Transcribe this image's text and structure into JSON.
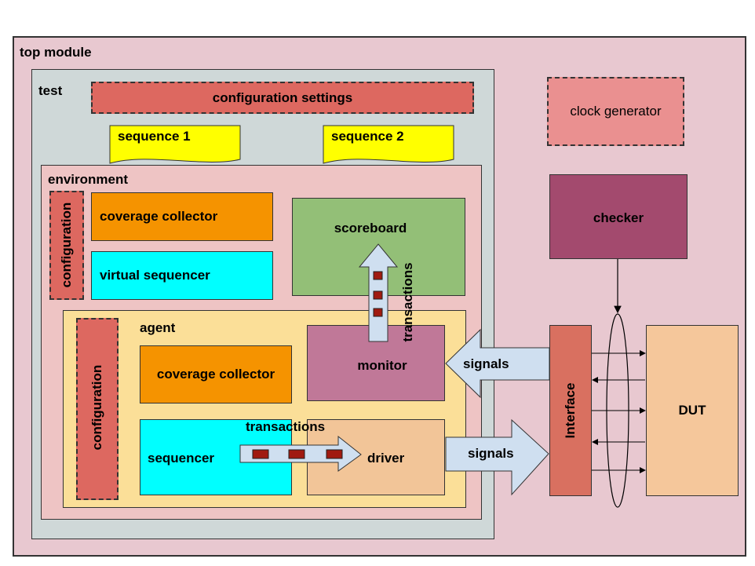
{
  "top_module": {
    "label": "top module"
  },
  "test": {
    "label": "test",
    "configuration_settings": "configuration settings",
    "sequence1": "sequence 1",
    "sequence2": "sequence 2"
  },
  "environment": {
    "label": "environment",
    "configuration": "configuration",
    "coverage_collector": "coverage collector",
    "virtual_sequencer": "virtual sequencer",
    "scoreboard": "scoreboard"
  },
  "agent": {
    "label": "agent",
    "configuration": "configuration",
    "coverage_collector": "coverage collector",
    "sequencer": "sequencer",
    "monitor": "monitor",
    "driver": "driver"
  },
  "clock_generator": "clock generator",
  "checker": "checker",
  "interface": "Interface",
  "dut": "DUT",
  "labels": {
    "transactions_up": "transactions",
    "transactions_right": "transactions",
    "signals_in": "signals",
    "signals_out": "signals"
  },
  "colors": {
    "top_bg": "#e8c8d0",
    "test_bg": "#cfd8d8",
    "env_bg": "#eec4c4",
    "agent_bg": "#fbdf98",
    "config_red": "#dd6860",
    "sequence_yellow": "#ffff00",
    "coverage_orange": "#f59300",
    "cyan": "#00ffff",
    "scoreboard_green": "#93bf77",
    "monitor_purple": "#c07898",
    "driver_peach": "#f2c598",
    "clock_pink": "#ea9090",
    "checker_plum": "#a34a6e",
    "interface_red": "#d97060",
    "dut_peach": "#f5c79b",
    "arrow_blue": "#cfdff0",
    "token_red": "#a01a10"
  }
}
